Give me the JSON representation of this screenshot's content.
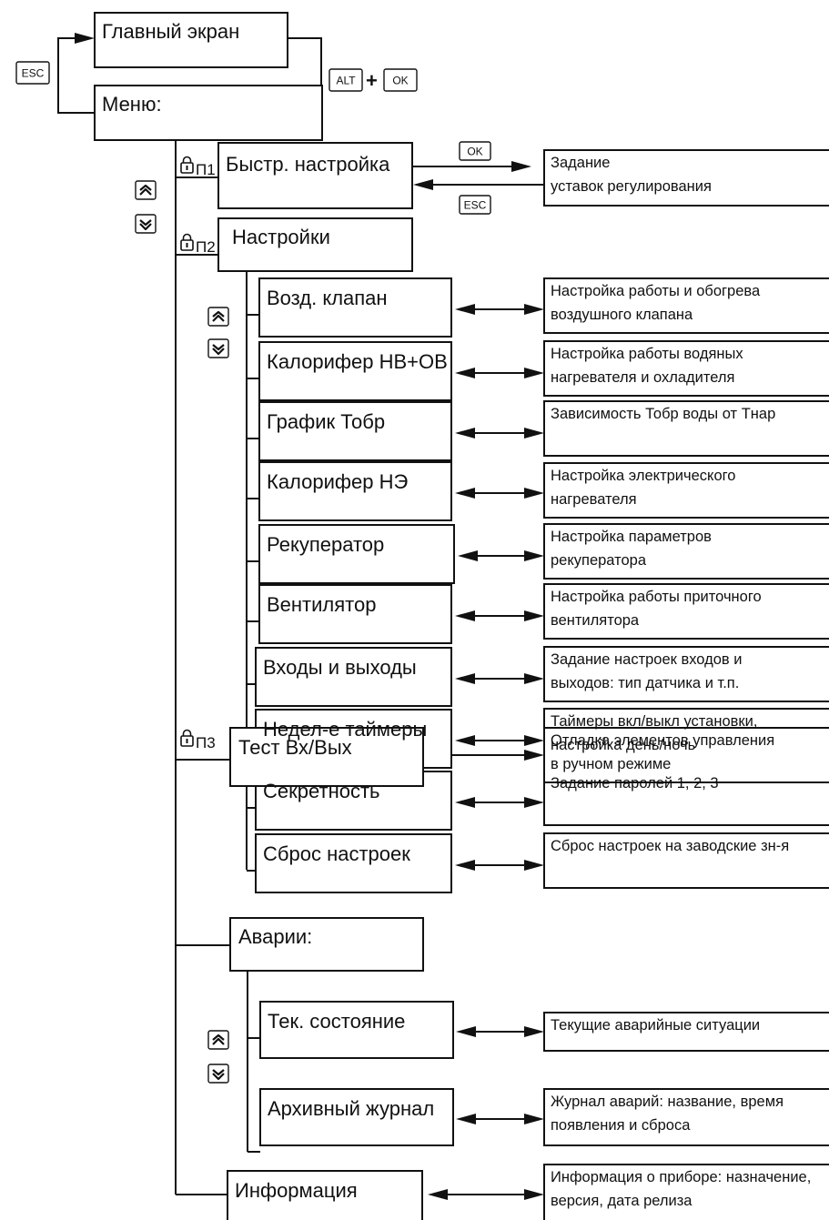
{
  "top": {
    "main_screen": "Главный экран",
    "menu": "Меню:",
    "esc_key": "ESC",
    "alt_key": "ALT",
    "plus": "+",
    "ok_key": "OK"
  },
  "p1": {
    "label": "П1",
    "title": "Быстр. настройка",
    "ok_key": "OK",
    "esc_key": "ESC",
    "desc": [
      "Задание",
      "уставок регулирования"
    ]
  },
  "p2": {
    "label": "П2",
    "title": "Настройки",
    "items": [
      {
        "title": "Возд. клапан",
        "desc": [
          "Настройка работы и обогрева",
          "воздушного клапана"
        ]
      },
      {
        "title": "Калорифер НВ+ОВ",
        "desc": [
          "Настройка работы водяных",
          "нагревателя и охладителя"
        ]
      },
      {
        "title": "График Тобр",
        "desc": [
          "Зависимость Тобр воды от Тнар"
        ]
      },
      {
        "title": "Калорифер НЭ",
        "desc": [
          "Настройка электрического",
          "нагревателя"
        ]
      },
      {
        "title": "Рекуператор",
        "desc": [
          "Настройка параметров",
          "рекуператора"
        ]
      },
      {
        "title": "Вентилятор",
        "desc": [
          "Настройка работы приточного",
          "вентилятора"
        ]
      },
      {
        "title": "Входы и выходы",
        "desc": [
          "Задание настроек входов и",
          "выходов: тип датчика и т.п."
        ]
      },
      {
        "title": "Недел-е таймеры",
        "desc": [
          "Таймеры вкл/выкл установки,",
          "настройка день/ночь"
        ]
      },
      {
        "title": "Секретность",
        "desc": [
          "Задание паролей 1, 2, 3"
        ]
      },
      {
        "title": "Сброс настроек",
        "desc": [
          "Сброс настроек на заводские зн-я"
        ]
      }
    ]
  },
  "p3": {
    "label": "П3",
    "title": "Тест Вх/Вых",
    "desc": [
      "Отладка элементов управления",
      "в ручном режиме"
    ]
  },
  "alarms": {
    "title": "Аварии:",
    "items": [
      {
        "title": "Тек. состояние",
        "desc": [
          "Текущие аварийные ситуации"
        ]
      },
      {
        "title": "Архивный журнал",
        "desc": [
          "Журнал аварий: название, время",
          "появления и сброса"
        ]
      }
    ]
  },
  "info": {
    "title": "Информация",
    "desc": [
      "Информация о приборе: назначение,",
      "версия, дата релиза"
    ]
  },
  "icons": [
    "lock-icon",
    "chevron-up-icon",
    "chevron-down-icon"
  ]
}
